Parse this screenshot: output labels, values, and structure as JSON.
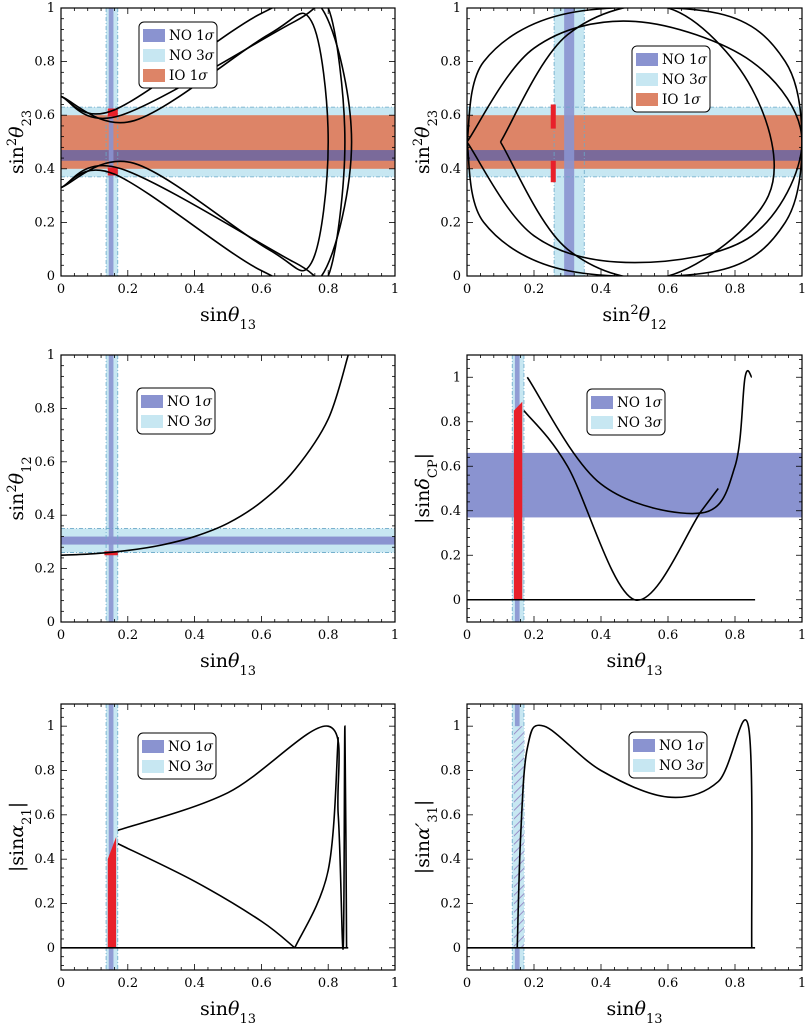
{
  "colors": {
    "no1": "#8a93d0",
    "no3": "#c7e7f2",
    "io1": "#dd8467",
    "overlap": "#7a6a9a",
    "red": "#e8202a",
    "curve": "#000000",
    "hatch": "#9a8fc8"
  },
  "chart_data": [
    {
      "id": "p1",
      "type": "line",
      "xlabel": "sinθ13",
      "ylabel": "sin²θ23",
      "xlim": [
        0,
        1
      ],
      "ylim": [
        0,
        1
      ],
      "xticks": [
        "0",
        "0.2",
        "0.4",
        "0.6",
        "0.8",
        "1"
      ],
      "yticks": [
        "0",
        "0.2",
        "0.4",
        "0.6",
        "0.8",
        "1"
      ],
      "legend": {
        "position": "top-left",
        "entries": [
          "NO 1σ",
          "NO 3σ",
          "IO 1σ"
        ]
      },
      "bands": {
        "vertical": {
          "no3": [
            0.135,
            0.17
          ],
          "no1": [
            0.143,
            0.157
          ]
        },
        "horizontal": {
          "no3": [
            0.37,
            0.63
          ],
          "io1": [
            0.4,
            0.6
          ],
          "no1": [
            0.43,
            0.47
          ]
        }
      },
      "red_regions": [
        {
          "x": [
            0.14,
            0.17
          ],
          "y": [
            0.375,
            0.405
          ]
        },
        {
          "x": [
            0.14,
            0.17
          ],
          "y": [
            0.595,
            0.625
          ]
        }
      ],
      "series": [
        {
          "x": [
            0.0,
            0.18,
            0.7,
            0.8,
            0.85,
            0.8,
            0.7,
            0.18,
            0.0
          ],
          "y": [
            0.67,
            0.6,
            0.95,
            1.0,
            0.5,
            0.0,
            0.05,
            0.4,
            0.33
          ]
        },
        {
          "x": [
            0.0,
            0.22,
            0.62,
            0.75,
            0.8,
            0.75,
            0.62,
            0.22,
            0.0
          ],
          "y": [
            0.67,
            0.58,
            0.9,
            0.95,
            0.5,
            0.05,
            0.1,
            0.42,
            0.33
          ]
        },
        {
          "x": [
            0.0,
            0.16,
            0.6,
            0.78,
            0.87,
            0.78,
            0.6,
            0.16,
            0.0
          ],
          "y": [
            0.67,
            0.62,
            0.98,
            1.0,
            0.5,
            0.0,
            0.02,
            0.38,
            0.33
          ]
        }
      ]
    },
    {
      "id": "p2",
      "type": "line",
      "xlabel": "sin²θ12",
      "ylabel": "sin²θ23",
      "xlim": [
        0,
        1
      ],
      "ylim": [
        0,
        1
      ],
      "xticks": [
        "0",
        "0.2",
        "0.4",
        "0.6",
        "0.8",
        "1"
      ],
      "yticks": [
        "0",
        "0.2",
        "0.4",
        "0.6",
        "0.8",
        "1"
      ],
      "legend": {
        "position": "top-right",
        "entries": [
          "NO 1σ",
          "NO 3σ",
          "IO 1σ"
        ]
      },
      "bands": {
        "vertical": {
          "no3": [
            0.26,
            0.35
          ],
          "no1": [
            0.29,
            0.32
          ]
        },
        "horizontal": {
          "no3": [
            0.37,
            0.63
          ],
          "io1": [
            0.4,
            0.6
          ],
          "no1": [
            0.43,
            0.47
          ]
        }
      },
      "red_regions": [
        {
          "x": [
            0.25,
            0.265
          ],
          "y": [
            0.35,
            0.43
          ]
        },
        {
          "x": [
            0.25,
            0.265
          ],
          "y": [
            0.55,
            0.64
          ]
        }
      ],
      "series": [
        {
          "x": [
            0.0,
            0.05,
            0.3,
            0.75,
            0.95,
            1.0,
            0.95,
            0.75,
            0.3,
            0.05,
            0.0
          ],
          "y": [
            0.5,
            0.8,
            0.98,
            0.98,
            0.8,
            0.5,
            0.2,
            0.02,
            0.02,
            0.2,
            0.5
          ]
        },
        {
          "x": [
            0.1,
            0.3,
            0.6,
            0.85,
            0.9,
            0.6,
            0.3,
            0.1
          ],
          "y": [
            0.5,
            0.9,
            1.0,
            0.7,
            0.3,
            0.0,
            0.1,
            0.5
          ]
        },
        {
          "x": [
            0.0,
            0.2,
            0.5,
            0.85,
            1.0,
            0.85,
            0.5,
            0.2,
            0.0
          ],
          "y": [
            0.5,
            0.85,
            0.95,
            0.8,
            0.5,
            0.15,
            0.05,
            0.15,
            0.5
          ]
        }
      ]
    },
    {
      "id": "p3",
      "type": "line",
      "xlabel": "sinθ13",
      "ylabel": "sin²θ12",
      "xlim": [
        0,
        1
      ],
      "ylim": [
        0,
        1
      ],
      "xticks": [
        "0",
        "0.2",
        "0.4",
        "0.6",
        "0.8",
        "1"
      ],
      "yticks": [
        "0",
        "0.2",
        "0.4",
        "0.6",
        "0.8",
        "1"
      ],
      "legend": {
        "position": "top-center",
        "entries": [
          "NO 1σ",
          "NO 3σ"
        ]
      },
      "bands": {
        "vertical": {
          "no3": [
            0.135,
            0.17
          ],
          "no1": [
            0.143,
            0.157
          ]
        },
        "horizontal": {
          "no3": [
            0.26,
            0.35
          ],
          "no1": [
            0.29,
            0.32
          ]
        }
      },
      "red_regions": [
        {
          "x": [
            0.13,
            0.17
          ],
          "y": [
            0.25,
            0.265
          ]
        }
      ],
      "series": [
        {
          "x": [
            0.0,
            0.1,
            0.2,
            0.3,
            0.4,
            0.5,
            0.6,
            0.7,
            0.8,
            0.86
          ],
          "y": [
            0.25,
            0.256,
            0.268,
            0.288,
            0.32,
            0.37,
            0.45,
            0.57,
            0.76,
            1.0
          ]
        }
      ]
    },
    {
      "id": "p4",
      "type": "line",
      "xlabel": "sinθ13",
      "ylabel": "|sinδCP|",
      "xlim": [
        0,
        1
      ],
      "ylim": [
        -0.1,
        1.1
      ],
      "xticks": [
        "0",
        "0.2",
        "0.4",
        "0.6",
        "0.8",
        "1"
      ],
      "yticks": [
        "0",
        "0.2",
        "0.4",
        "0.6",
        "0.8",
        "1"
      ],
      "legend": {
        "position": "top-center",
        "entries": [
          "NO 1σ",
          "NO 3σ"
        ]
      },
      "bands": {
        "vertical": {
          "no3": [
            0.135,
            0.17
          ],
          "no1": [
            0.143,
            0.157
          ]
        },
        "horizontal": {
          "no1": [
            0.37,
            0.66
          ]
        }
      },
      "red_poly": {
        "x": [
          0.14,
          0.14,
          0.165,
          0.165
        ],
        "y": [
          0.0,
          0.85,
          0.89,
          0.0
        ]
      },
      "series": [
        {
          "x": [
            0.0,
            0.86
          ],
          "y": [
            0.0,
            0.0
          ]
        },
        {
          "x": [
            0.17,
            0.3,
            0.5,
            0.7,
            0.75
          ],
          "y": [
            0.85,
            0.6,
            0.0,
            0.4,
            0.5
          ]
        },
        {
          "x": [
            0.18,
            0.4,
            0.7,
            0.8,
            0.83,
            0.85
          ],
          "y": [
            1.0,
            0.52,
            0.39,
            0.6,
            1.0,
            1.0
          ]
        }
      ]
    },
    {
      "id": "p5",
      "type": "line",
      "xlabel": "sinθ13",
      "ylabel": "|sinα21|",
      "xlim": [
        0,
        1
      ],
      "ylim": [
        -0.1,
        1.1
      ],
      "xticks": [
        "0",
        "0.2",
        "0.4",
        "0.6",
        "0.8",
        "1"
      ],
      "yticks": [
        "0",
        "0.2",
        "0.4",
        "0.6",
        "0.8",
        "1"
      ],
      "legend": {
        "position": "top-center",
        "entries": [
          "NO 1σ",
          "NO 3σ"
        ]
      },
      "bands": {
        "vertical": {
          "no3": [
            0.135,
            0.17
          ],
          "no1": [
            0.143,
            0.157
          ]
        },
        "horizontal": {}
      },
      "red_poly": {
        "x": [
          0.14,
          0.14,
          0.165,
          0.165
        ],
        "y": [
          0.0,
          0.4,
          0.5,
          0.0
        ]
      },
      "series": [
        {
          "x": [
            0.0,
            0.86
          ],
          "y": [
            0.0,
            0.0
          ]
        },
        {
          "x": [
            0.17,
            0.5,
            0.8,
            0.83,
            0.845,
            0.85,
            0.855
          ],
          "y": [
            0.53,
            0.7,
            1.0,
            0.6,
            0.0,
            1.0,
            0.0
          ]
        },
        {
          "x": [
            0.17,
            0.4,
            0.6,
            0.7
          ],
          "y": [
            0.47,
            0.3,
            0.12,
            0.0
          ]
        },
        {
          "x": [
            0.7,
            0.8,
            0.83
          ],
          "y": [
            0.0,
            0.35,
            0.95
          ]
        }
      ]
    },
    {
      "id": "p6",
      "type": "line",
      "xlabel": "sinθ13",
      "ylabel": "|sinα′31|",
      "xlim": [
        0,
        1
      ],
      "ylim": [
        -0.1,
        1.1
      ],
      "xticks": [
        "0",
        "0.2",
        "0.4",
        "0.6",
        "0.8",
        "1"
      ],
      "yticks": [
        "0",
        "0.2",
        "0.4",
        "0.6",
        "0.8",
        "1"
      ],
      "legend": {
        "position": "top-right",
        "entries": [
          "NO 1σ",
          "NO 3σ"
        ]
      },
      "bands": {
        "vertical": {
          "no3": [
            0.135,
            0.17
          ],
          "no1": [
            0.143,
            0.157
          ]
        },
        "horizontal": {}
      },
      "hatch_region": {
        "x": [
          0.14,
          0.17
        ],
        "y": [
          0.0,
          1.0
        ]
      },
      "series": [
        {
          "x": [
            0.0,
            0.86
          ],
          "y": [
            0.0,
            0.0
          ]
        },
        {
          "x": [
            0.15,
            0.16,
            0.18,
            0.23,
            0.4,
            0.6,
            0.75,
            0.84,
            0.85
          ],
          "y": [
            0.0,
            0.5,
            0.9,
            1.0,
            0.8,
            0.68,
            0.75,
            1.0,
            0.0
          ]
        }
      ]
    }
  ]
}
